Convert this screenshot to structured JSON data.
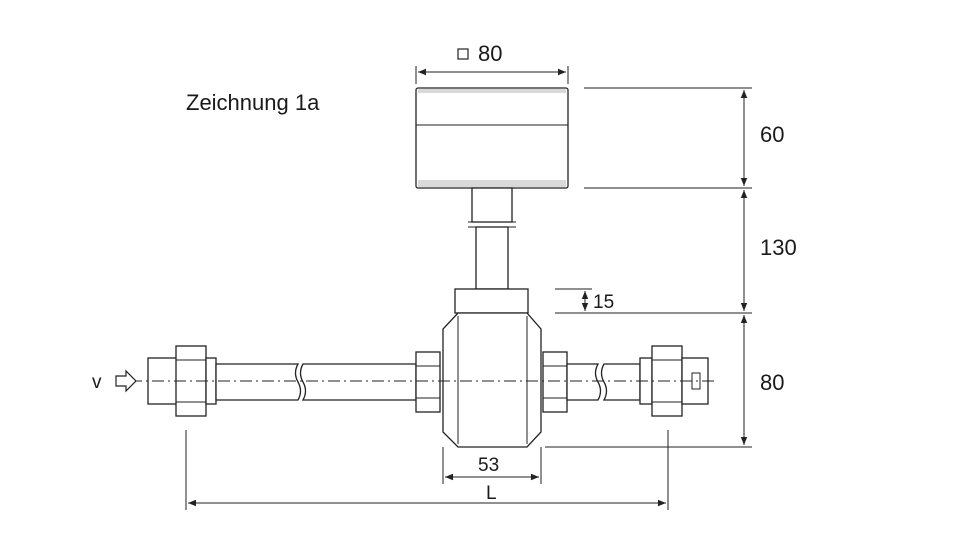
{
  "drawing": {
    "title": "Zeichnung 1a",
    "dimensions": {
      "head_square": "80",
      "head_height": "60",
      "neck_height": "130",
      "collar_height": "15",
      "body_height": "80",
      "body_width": "53",
      "overall_length": "L"
    },
    "flow_label": "v"
  }
}
